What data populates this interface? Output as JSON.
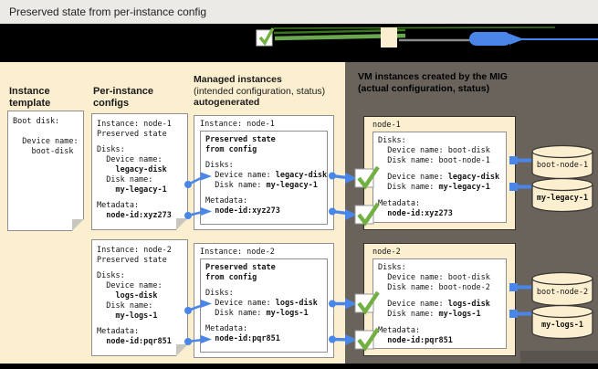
{
  "title_bar": {
    "title": "Preserved state from per-instance config"
  },
  "colors": {
    "beige_panel": "#fcefd0",
    "dark_panel": "#69635c",
    "device_name_blue": "#2222cc",
    "connector_blue": "#4a86e8",
    "metadata_magenta": "#b10dc9",
    "check_green": "#72b043"
  },
  "mig_panel": {
    "template_header": "Instance template",
    "pic_header": "Per-instance configs",
    "mi_header": {
      "line1": "Managed instances",
      "line2": "(intended configuration, status)",
      "line3": "autogenerated"
    },
    "template_box": {
      "content": "Boot disk:\n\n  Device name:\n    boot-disk"
    },
    "pics": [
      {
        "instance": "Instance: node-1",
        "preserved": "Preserved state",
        "disks_label": "Disks:",
        "device_label": "  Device name:",
        "device_value": "    legacy-disk",
        "disk_label": "  Disk name:",
        "disk_value": "    my-legacy-1",
        "metadata_label": "Metadata:",
        "metadata_value": "  node-id:xyz273"
      },
      {
        "instance": "Instance: node-2",
        "preserved": "Preserved state",
        "disks_label": "Disks:",
        "device_label": "  Device name:",
        "device_value": "    logs-disk",
        "disk_label": "  Disk name:",
        "disk_value": "    my-logs-1",
        "metadata_label": "Metadata:",
        "metadata_value": "  node-id:pqr851"
      }
    ],
    "managed": [
      {
        "title": "Instance: node-1",
        "preserved1": "Preserved state",
        "preserved2": "from config",
        "disks_label": "Disks:",
        "device_label": "  Device name: ",
        "device_value": "legacy-disk",
        "disk_label": "  Disk name: ",
        "disk_value": "my-legacy-1",
        "metadata_label": "Metadata:",
        "metadata_value": "  node-id:xyz273"
      },
      {
        "title": "Instance: node-2",
        "preserved1": "Preserved state",
        "preserved2": "from config",
        "disks_label": "Disks:",
        "device_label": "  Device name: ",
        "device_value": "logs-disk",
        "disk_label": "  Disk name: ",
        "disk_value": "my-logs-1",
        "metadata_label": "Metadata:",
        "metadata_value": "  node-id:pqr851"
      }
    ]
  },
  "vm_panel": {
    "header_line1": "VM instances created by the MIG",
    "header_line2": "(actual configuration, status)",
    "vms": [
      {
        "name": "node-1",
        "disks_label": "Disks:",
        "boot_device_label": "  Device name: ",
        "boot_device_value": "boot-disk",
        "boot_disk_label": "  Disk name: ",
        "boot_disk_value": "boot-node-1",
        "stateful_device_label": "  Device name: ",
        "stateful_device_value": "legacy-disk",
        "stateful_disk_label": "  Disk name: ",
        "stateful_disk_value": "my-legacy-1",
        "metadata_label": "Metadata:",
        "metadata_value": "  node-id:xyz273"
      },
      {
        "name": "node-2",
        "disks_label": "Disks:",
        "boot_device_label": "  Device name: ",
        "boot_device_value": "boot-disk",
        "boot_disk_label": "  Disk name: ",
        "boot_disk_value": "boot-node-2",
        "stateful_device_label": "  Device name: ",
        "stateful_device_value": "logs-disk",
        "stateful_disk_label": "  Disk name: ",
        "stateful_disk_value": "my-logs-1",
        "metadata_label": "Metadata:",
        "metadata_value": "  node-id:pqr851"
      }
    ],
    "disks": [
      {
        "label": "boot-node-1"
      },
      {
        "label": "my-legacy-1"
      },
      {
        "label": "boot-node-2"
      },
      {
        "label": "my-logs-1"
      }
    ]
  }
}
